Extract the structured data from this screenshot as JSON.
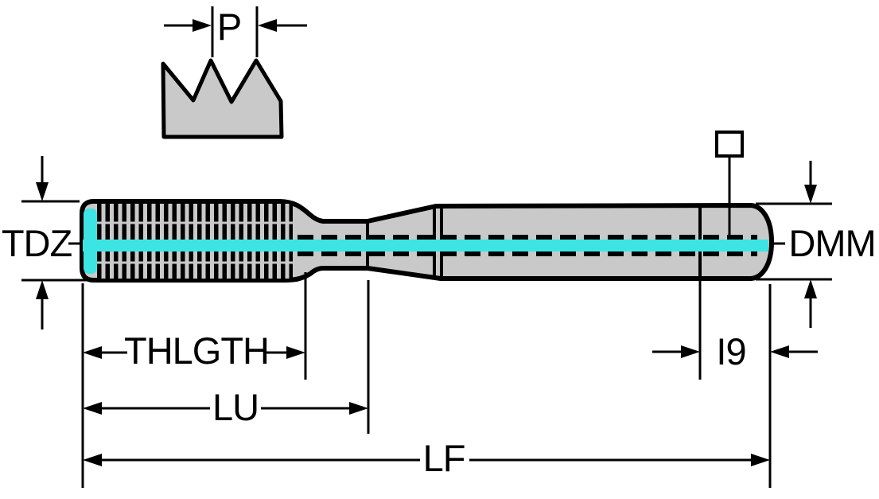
{
  "diagram": {
    "labels": {
      "pitch": "P",
      "thread_diameter": "TDZ",
      "shank_diameter": "DMM",
      "thread_length": "THLGTH",
      "usable_length": "LU",
      "overall_length": "LF",
      "square_length": "I9"
    },
    "colors": {
      "highlight": "#3ce5e4",
      "body_fill": "#c9c9c9",
      "line": "#000000",
      "background": "#ffffff"
    }
  }
}
